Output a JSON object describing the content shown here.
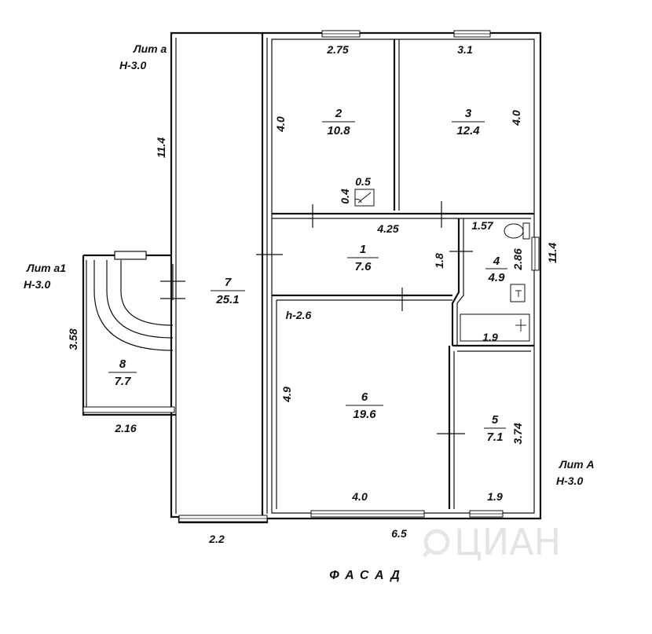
{
  "lit_labels": {
    "lit_a_small": "Лит а",
    "lit_a_small_h": "Н-3.0",
    "lit_a1": "Лит а1",
    "lit_a1_h": "Н-3.0",
    "lit_A": "Лит А",
    "lit_A_h": "Н-3.0"
  },
  "rooms": {
    "r1": {
      "num": "1",
      "area": "7.6"
    },
    "r2": {
      "num": "2",
      "area": "10.8"
    },
    "r3": {
      "num": "3",
      "area": "12.4"
    },
    "r4": {
      "num": "4",
      "area": "4.9"
    },
    "r5": {
      "num": "5",
      "area": "7.1"
    },
    "r6": {
      "num": "6",
      "area": "19.6"
    },
    "r7": {
      "num": "7",
      "area": "25.1"
    },
    "r8": {
      "num": "8",
      "area": "7.7"
    }
  },
  "dimensions": {
    "d_2_75": "2.75",
    "d_3_1": "3.1",
    "d_4_0_r2": "4.0",
    "d_4_0_r3": "4.0",
    "d_11_4_left": "11.4",
    "d_11_4_right": "11.4",
    "d_0_5": "0.5",
    "d_0_4": "0.4",
    "d_4_25": "4.25",
    "d_1_57": "1.57",
    "d_1_8": "1.8",
    "d_2_86": "2.86",
    "d_h_2_6": "h-2.6",
    "d_1_9_top": "1.9",
    "d_3_58": "3.58",
    "d_4_9": "4.9",
    "d_3_74": "3.74",
    "d_2_16": "2.16",
    "d_4_0_bottom": "4.0",
    "d_1_9_bottom": "1.9",
    "d_2_2": "2.2",
    "d_6_5": "6.5"
  },
  "facade": "ФАСАД",
  "watermark": "ЦИАН",
  "icons": {
    "toilet": "toilet-icon",
    "sink": "sink-icon",
    "bathtub": "bathtub-icon",
    "stove": "stove-icon",
    "logo": "cian-logo-icon"
  }
}
